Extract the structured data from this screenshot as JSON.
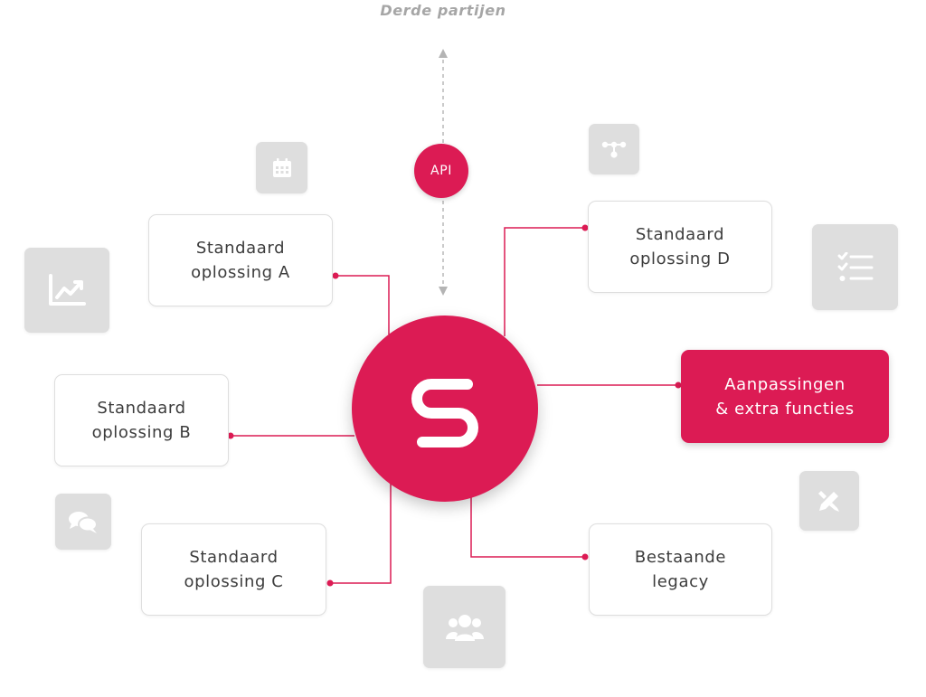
{
  "third_party_label": "Derde partijen",
  "api_label": "API",
  "boxes": {
    "a": "Standaard\noplossing A",
    "b": "Standaard\noplossing B",
    "c": "Standaard\noplossing C",
    "d": "Standaard\noplossing D",
    "custom": "Aanpassingen\n& extra functies",
    "legacy": "Bestaande\nlegacy"
  },
  "icons": [
    "calendar-icon",
    "chart-icon",
    "chat-icon",
    "network-icon",
    "checklist-icon",
    "edit-icon",
    "users-icon"
  ],
  "colors": {
    "accent": "#dc1b54",
    "tile": "#dedede",
    "text": "#3c3c3c",
    "muted": "#a6a6a6"
  }
}
